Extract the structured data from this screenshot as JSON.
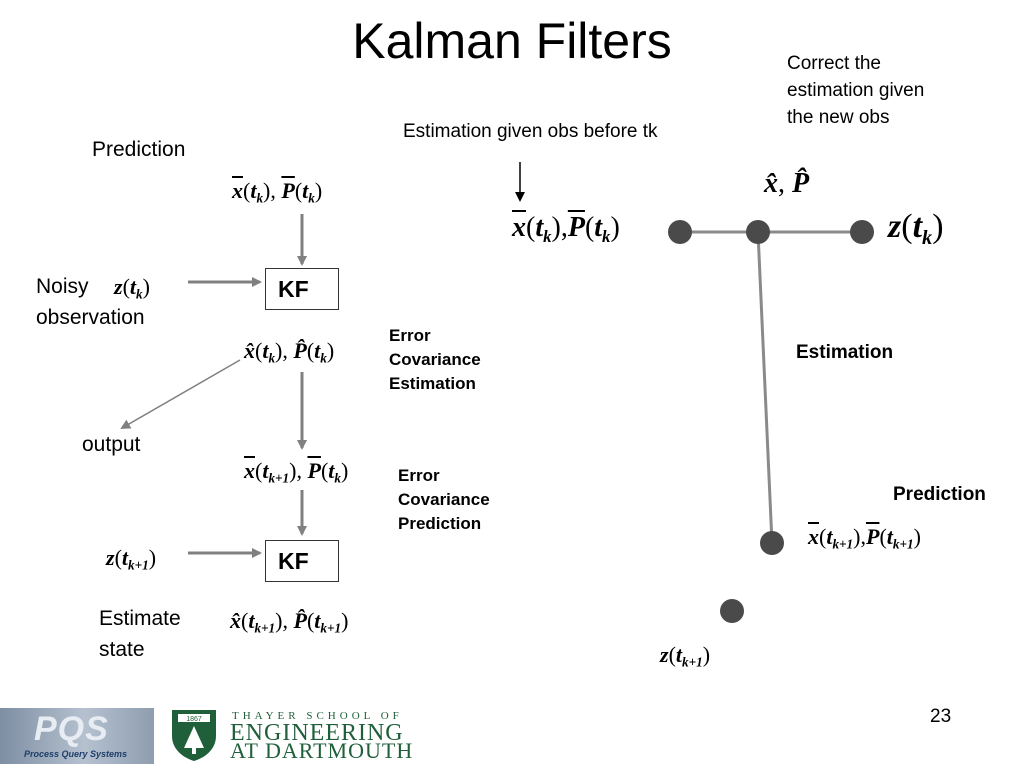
{
  "title": "Kalman Filters",
  "left": {
    "prediction_label": "Prediction",
    "noisy_label": "Noisy",
    "observation_label": "observation",
    "output_label": "output",
    "estimate_label": "Estimate",
    "state_label": "state",
    "kf1": "KF",
    "kf2": "KF",
    "err_cov_est": [
      "Error",
      "Covariance",
      "Estimation"
    ],
    "err_cov_pred": [
      "Error",
      "Covariance",
      "Prediction"
    ],
    "eq_prior_k": {
      "x": "x",
      "P": "P",
      "t": "t",
      "sub": "k"
    },
    "eq_z_k": {
      "z": "z",
      "t": "t",
      "sub": "k"
    },
    "eq_post_k": {
      "x": "x̂",
      "P": "P̂",
      "t": "t",
      "sub": "k"
    },
    "eq_prior_k1": {
      "x": "x",
      "P": "P",
      "t": "t",
      "sub1": "k+1",
      "sub2": "k"
    },
    "eq_z_k1": {
      "z": "z",
      "t": "t",
      "sub": "k+1"
    },
    "eq_post_k1": {
      "x": "x̂",
      "P": "P̂",
      "t": "t",
      "sub": "k+1"
    }
  },
  "right": {
    "correct_note": [
      "Correct the",
      "estimation given",
      "the new obs"
    ],
    "est_given_obs": "Estimation given obs before tk",
    "hat_xp": {
      "x": "x̂",
      "P": "P̂"
    },
    "estimation_label": "Estimation",
    "prediction_label": "Prediction",
    "eq_prior_k": {
      "x": "x",
      "P": "P",
      "t": "t",
      "sub": "k"
    },
    "eq_z_k": {
      "z": "z",
      "t": "t",
      "sub": "k"
    },
    "eq_prior_k1": {
      "x": "x",
      "P": "P",
      "t": "t",
      "sub": "k+1"
    },
    "eq_z_k1": {
      "z": "z",
      "t": "t",
      "sub": "k+1"
    }
  },
  "footer": {
    "pqs_logo": "PQS",
    "pqs_sub": "Process Query Systems",
    "shield_year": "1867",
    "thayer_line1": "THAYER SCHOOL OF",
    "thayer_line2": "ENGINEERING",
    "thayer_line3": "AT DARTMOUTH",
    "page_number": "23"
  },
  "colors": {
    "arrow": "#808080",
    "node": "#4a4a4a",
    "edge": "#8a8a8a",
    "thayer_green": "#1f5f3a",
    "pqs_blue": "#1d3e6a"
  }
}
